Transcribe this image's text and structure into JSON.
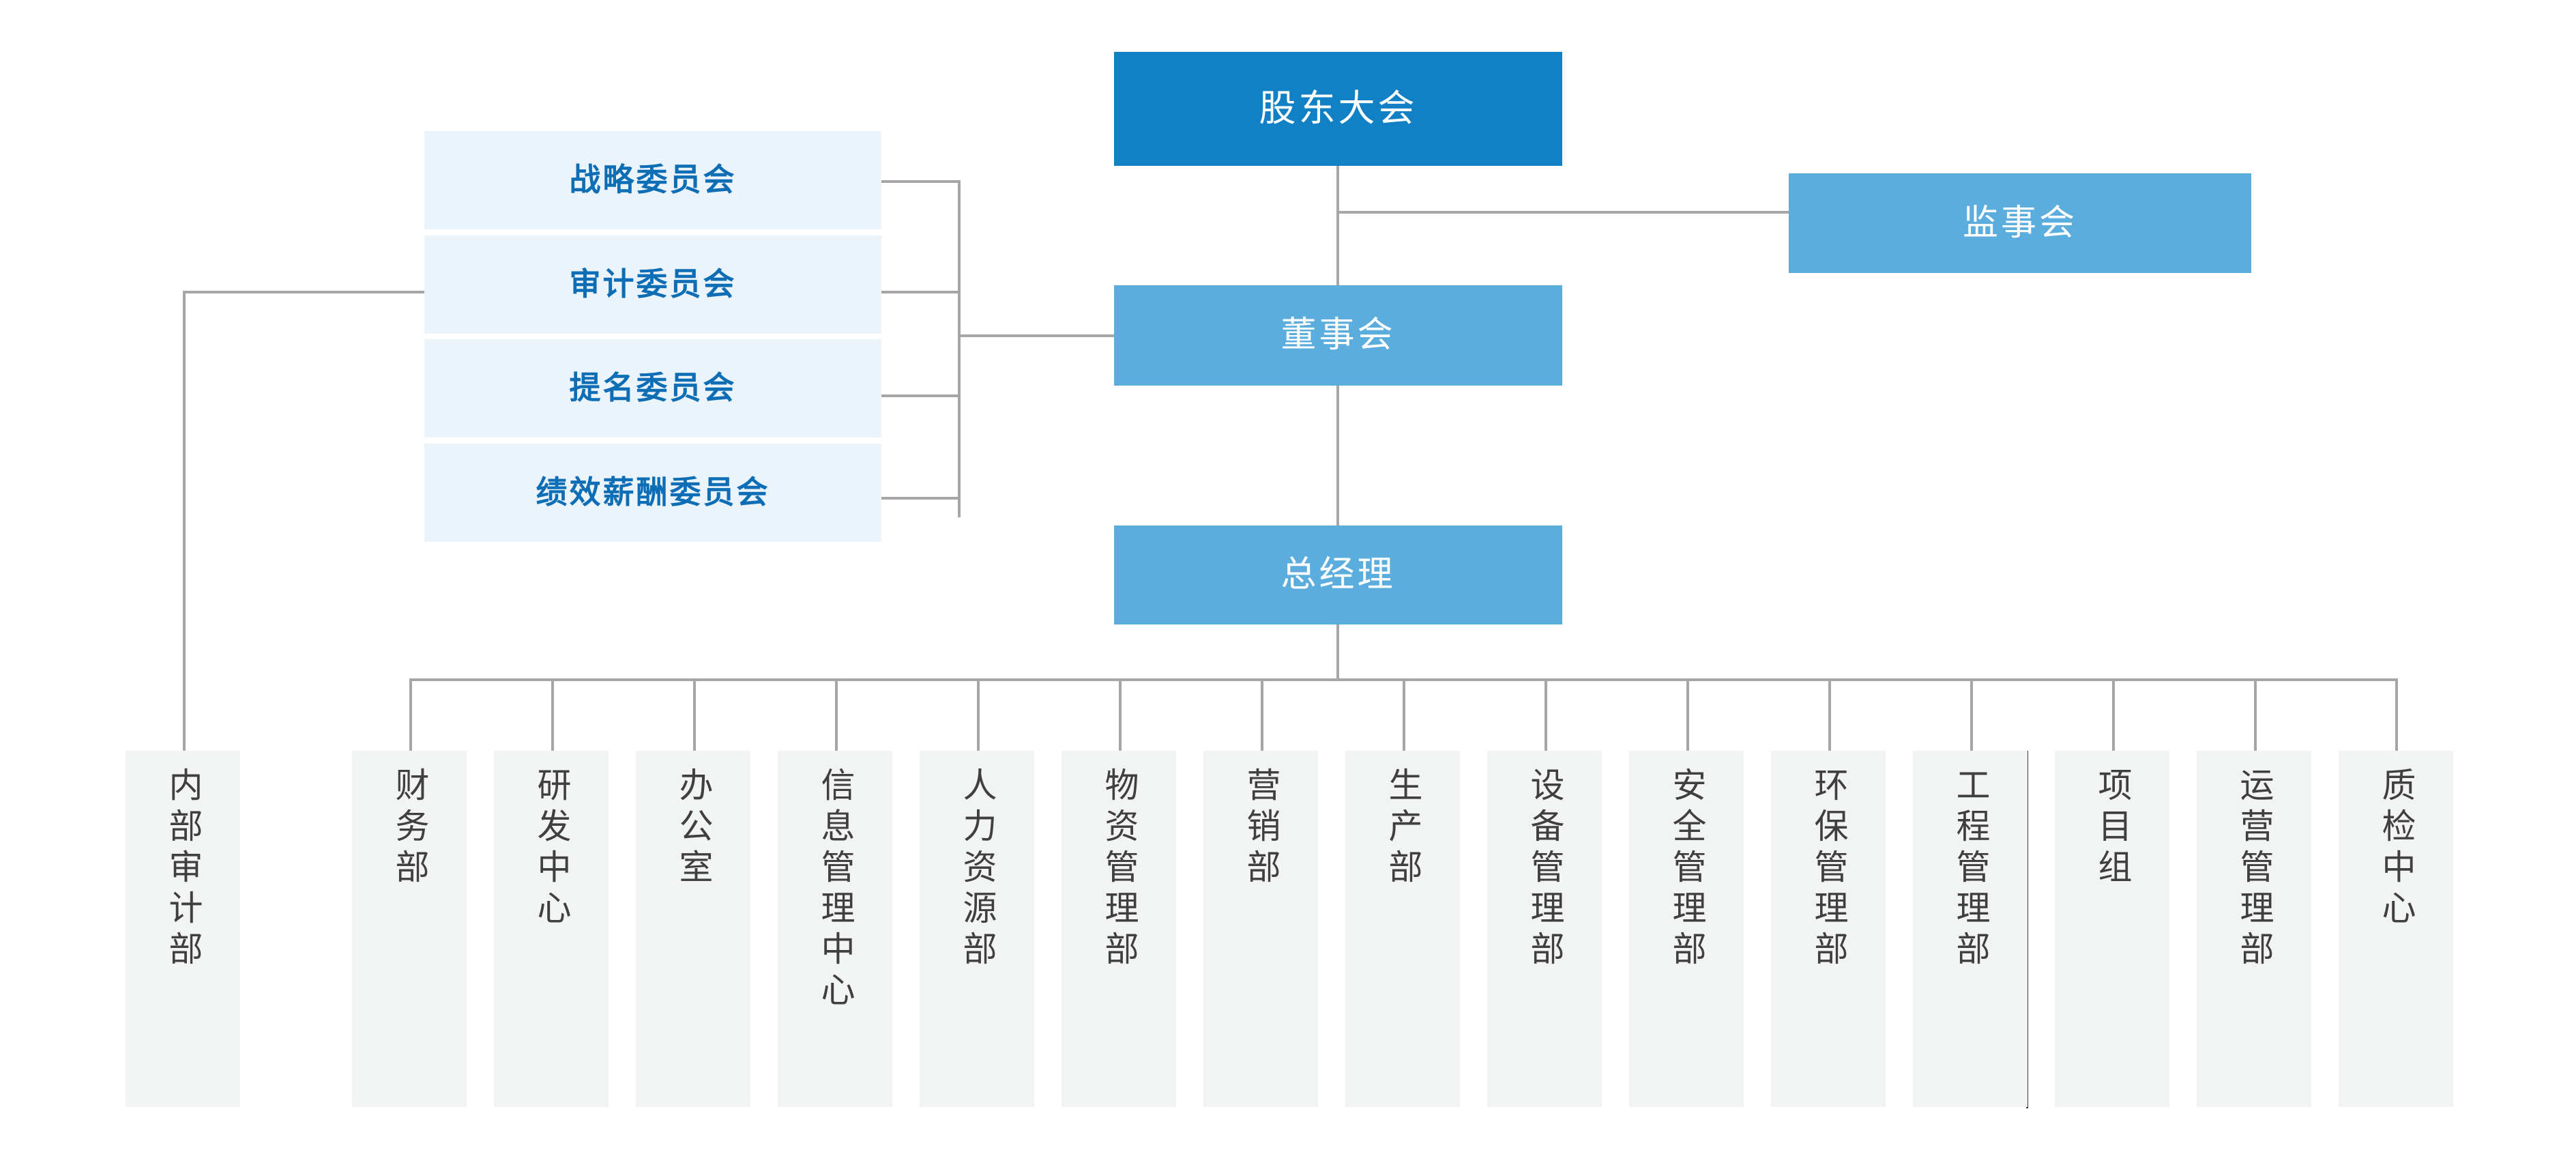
{
  "chart_title": "",
  "colors": {
    "primary": "#1180C4",
    "secondary": "#5BADDE",
    "committee_bg": "#EBF3FB",
    "committee_text": "#0D6DB5",
    "department_bg": "#F2F3F3",
    "department_text": "#3F3F3F",
    "connector": "#A6A6A6",
    "separator": "#3A3A3A",
    "page_bg": "#FFFFFF"
  },
  "governance": {
    "shareholders_meeting": "股东大会",
    "supervisory_board": "监事会",
    "board_of_directors": "董事会",
    "general_manager": "总经理"
  },
  "committees": [
    {
      "label": "战略委员会"
    },
    {
      "label": "审计委员会"
    },
    {
      "label": "提名委员会"
    },
    {
      "label": "绩效薪酬委员会"
    }
  ],
  "internal_audit": {
    "label": "内部审计部"
  },
  "departments": [
    {
      "label": "财务部"
    },
    {
      "label": "研发中心"
    },
    {
      "label": "办公室"
    },
    {
      "label": "信息管理中心"
    },
    {
      "label": "人力资源部"
    },
    {
      "label": "物资管理部"
    },
    {
      "label": "营销部"
    },
    {
      "label": "生产部"
    },
    {
      "label": "设备管理部"
    },
    {
      "label": "安全管理部"
    },
    {
      "label": "环保管理部"
    },
    {
      "label": "工程管理部"
    },
    {
      "label": "项目组"
    },
    {
      "label": "运营管理部"
    },
    {
      "label": "质检中心"
    }
  ]
}
